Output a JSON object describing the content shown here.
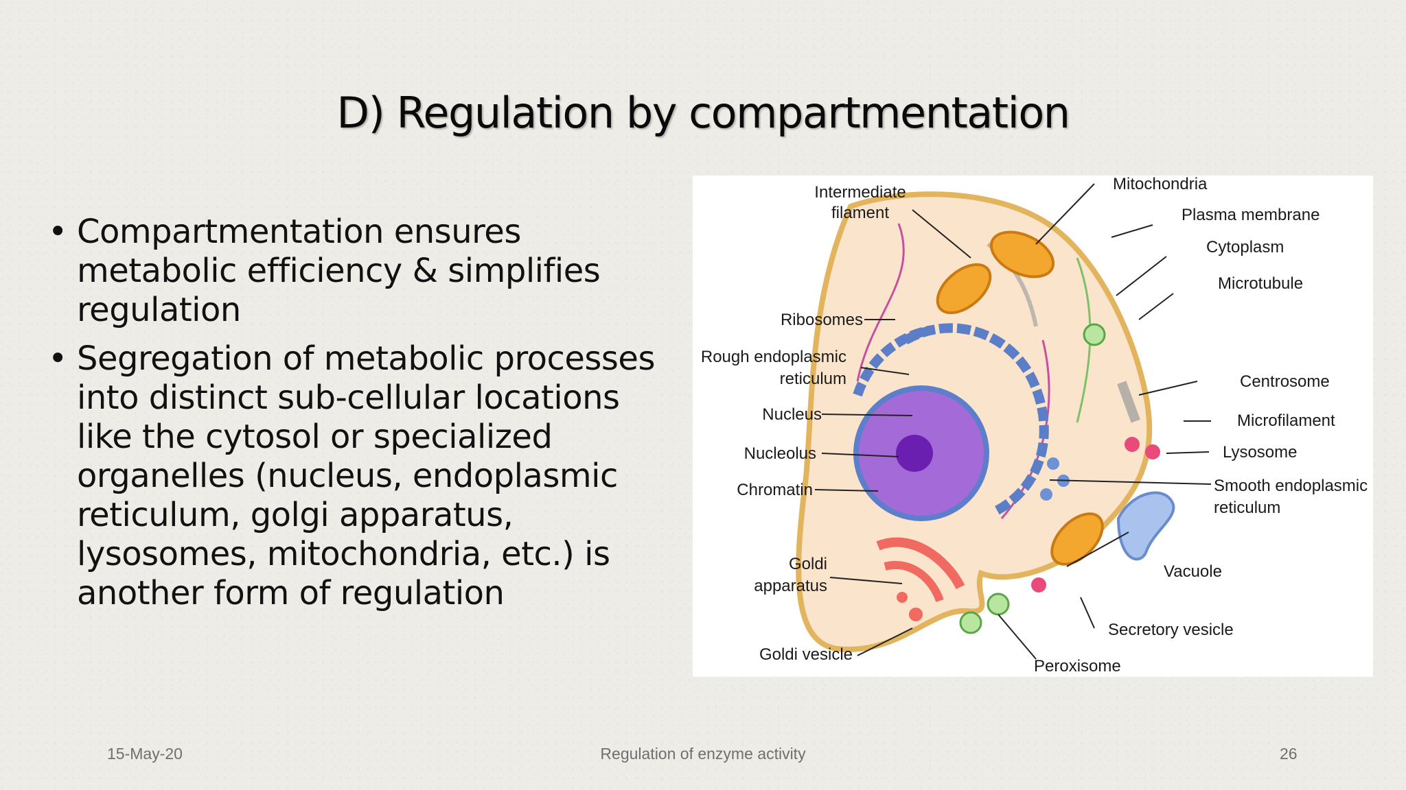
{
  "slide": {
    "title": "D) Regulation by compartmentation",
    "bullet_symbol": "•",
    "bullets": [
      "Compartmentation ensures metabolic efficiency & simplifies regulation",
      "Segregation of metabolic processes into distinct sub-cellular locations like the cytosol or specialized organelles (nucleus, endoplasmic reticulum, golgi apparatus, lysosomes, mitochondria, etc.) is another form of regulation"
    ]
  },
  "diagram": {
    "labels": {
      "intermediate_filament_1": "Intermediate",
      "intermediate_filament_2": "filament",
      "mitochondria": "Mitochondria",
      "plasma_membrane": "Plasma membrane",
      "cytoplasm": "Cytoplasm",
      "microtubule": "Microtubule",
      "ribosomes": "Ribosomes",
      "rough_er_1": "Rough endoplasmic",
      "rough_er_2": "reticulum",
      "centrosome": "Centrosome",
      "nucleus": "Nucleus",
      "microfilament": "Microfilament",
      "nucleolus": "Nucleolus",
      "lysosome": "Lysosome",
      "chromatin": "Chromatin",
      "smooth_er_1": "Smooth endoplasmic",
      "smooth_er_2": "reticulum",
      "golgi_1": "Goldi",
      "golgi_2": "apparatus",
      "vacuole": "Vacuole",
      "secretory_vesicle": "Secretory vesicle",
      "golgi_vesicle": "Goldi vesicle",
      "peroxisome": "Peroxisome"
    }
  },
  "footer": {
    "date": "15-May-20",
    "title": "Regulation of enzyme activity",
    "page": "26"
  }
}
